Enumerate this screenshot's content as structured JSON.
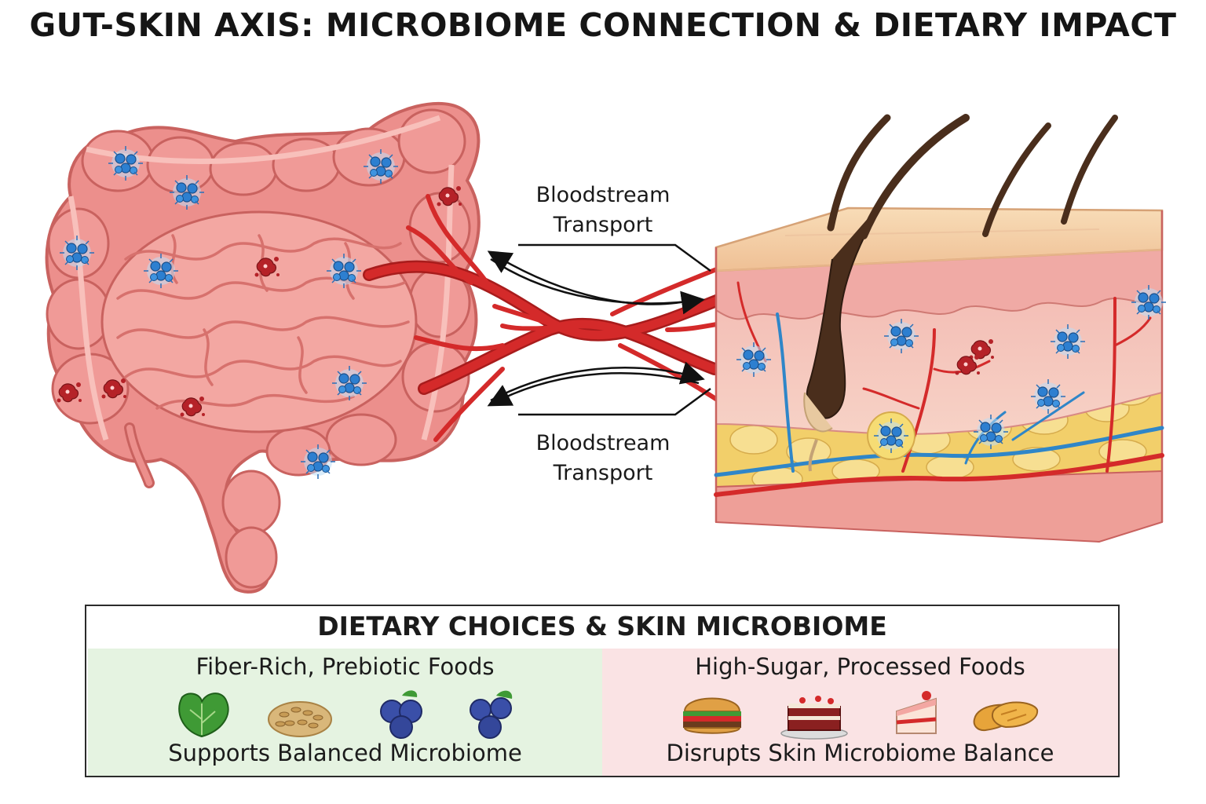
{
  "title": "GUT-SKIN AXIS: MICROBIOME CONNECTION & DIETARY IMPACT",
  "flow": {
    "upper_label": "Bloodstream\nTransport",
    "lower_label": "Bloodstream\nTransport"
  },
  "diet_panel": {
    "title": "DIETARY CHOICES & SKIN MICROBIOME",
    "good": {
      "heading": "Fiber-Rich, Prebiotic Foods",
      "effect": "Supports Balanced Microbiome",
      "foods": [
        "leafy-greens-icon",
        "grains-icon",
        "blueberries-icon",
        "blueberries-icon"
      ],
      "background": "#e5f3e1"
    },
    "bad": {
      "heading": "High-Sugar, Processed Foods",
      "effect": "Disrupts Skin Microbiome Balance",
      "foods": [
        "burger-icon",
        "dessert-cake-icon",
        "cake-slice-icon",
        "pastries-icon"
      ],
      "background": "#fae3e4"
    }
  },
  "colors": {
    "intestine": "#ec8f8c",
    "intestine_dark": "#c9625f",
    "blood_vessel": "#d42a2a",
    "vein": "#2f86c8",
    "beneficial_microbe": "#2d7fd0",
    "harmful_microbe": "#b52228",
    "skin_surface": "#f5d2a9",
    "dermis": "#f5c7c2",
    "fat_layer": "#f2cf6a",
    "hair": "#4a2e1c"
  }
}
